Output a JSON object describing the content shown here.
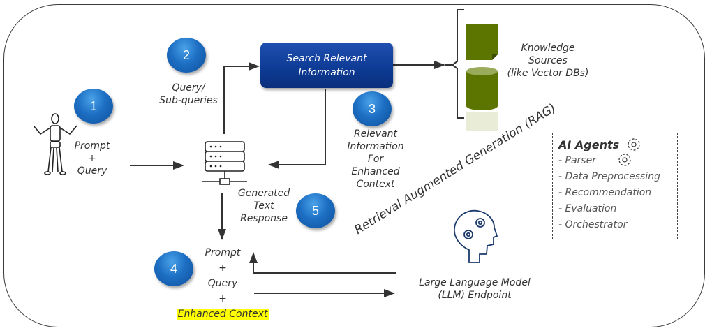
{
  "diagram": {
    "title": "Retrieval Augmented Generation (RAG)",
    "steps": [
      {
        "number": "1",
        "label_lines": [
          "Prompt",
          "+",
          "Query"
        ]
      },
      {
        "number": "2",
        "label_lines": [
          "Query/",
          "Sub-queries"
        ]
      },
      {
        "number": "3",
        "label_lines": [
          "Relevant",
          "Information",
          "For",
          "Enhanced",
          "Context"
        ]
      },
      {
        "number": "4",
        "label_lines": [
          "Prompt",
          "+",
          "Query",
          "+",
          "Enhanced Context"
        ]
      },
      {
        "number": "5",
        "label_lines": [
          "Generated",
          "Text",
          "Response"
        ]
      }
    ],
    "search_box": {
      "line1": "Search Relevant",
      "line2": "Information"
    },
    "knowledge": {
      "line1": "Knowledge",
      "line2": "Sources",
      "line3": "(like Vector DBs)"
    },
    "llm": {
      "line1": "Large Language Model",
      "line2": "(LLM) Endpoint"
    },
    "agents": {
      "title": "AI Agents",
      "items": [
        "- Parser",
        "- Data Preprocessing",
        "- Recommendation",
        "- Evaluation",
        "- Orchestrator"
      ]
    },
    "colors": {
      "badge": "#1d6fc4",
      "search_box": "#0d3a93",
      "knowledge_green": "#5c7400",
      "highlight": "#ffff00",
      "llm_icon": "#1b3a6b"
    }
  }
}
